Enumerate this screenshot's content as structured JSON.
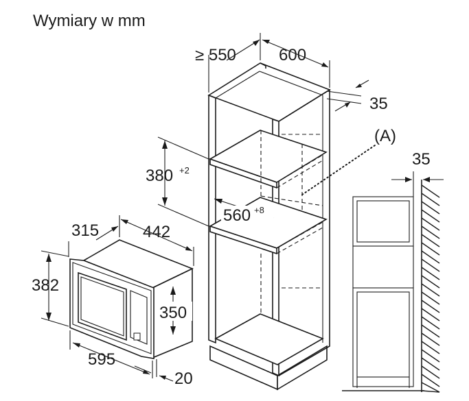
{
  "title": "Wymiary w mm",
  "cabinet": {
    "depth_label": "≥ 550",
    "width_label": "600",
    "side_gap_label": "35",
    "niche_height_label": "380",
    "niche_height_tolerance": "+2",
    "niche_width_label": "560",
    "niche_width_tolerance": "+8"
  },
  "detail": {
    "label": "(A)",
    "wall_gap_label": "35"
  },
  "microwave": {
    "depth_label": "315",
    "body_width_label": "442",
    "height_label": "382",
    "body_height_label": "350",
    "front_width_label": "595",
    "front_thickness_label": "20"
  }
}
